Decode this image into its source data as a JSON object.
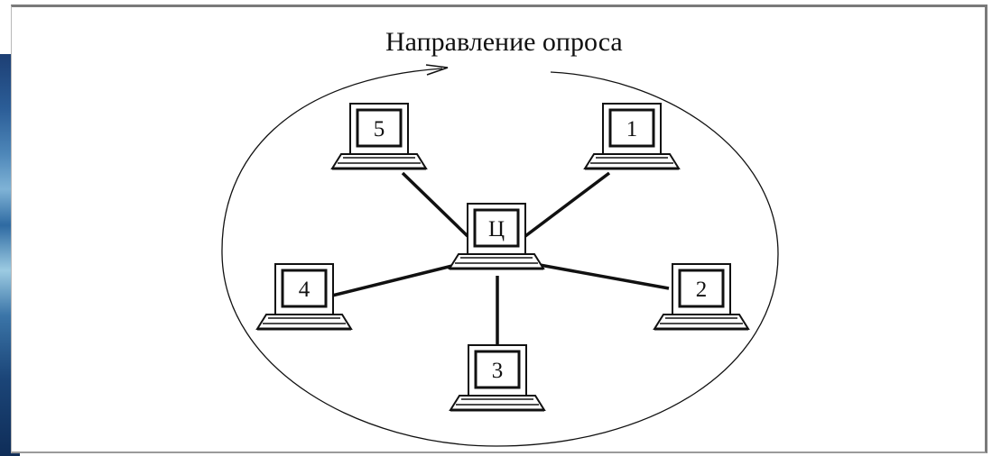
{
  "title": "Направление опроса",
  "hub": {
    "label": "Ц"
  },
  "nodes": [
    {
      "label": "1"
    },
    {
      "label": "2"
    },
    {
      "label": "3"
    },
    {
      "label": "4"
    },
    {
      "label": "5"
    }
  ],
  "colors": {
    "ink": "#111111",
    "frame": "#7a7a7a",
    "background": "#ffffff"
  }
}
